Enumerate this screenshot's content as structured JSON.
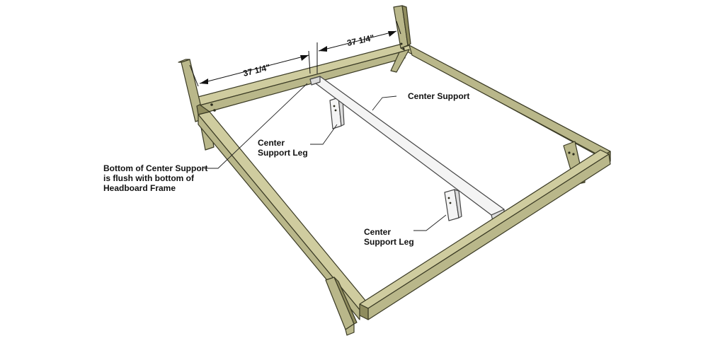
{
  "dimensions": {
    "left": "37 1/4\"",
    "right": "37 1/4\""
  },
  "labels": {
    "center_support": "Center Support",
    "leg_upper_line1": "Center",
    "leg_upper_line2": "Support Leg",
    "leg_lower_line1": "Center",
    "leg_lower_line2": "Support Leg",
    "note_line1": "Bottom of Center Support",
    "note_line2": "is flush with bottom of",
    "note_line3": "Headboard Frame"
  },
  "colors": {
    "wood": "#b9b78a",
    "support": "#f4f4f4"
  }
}
